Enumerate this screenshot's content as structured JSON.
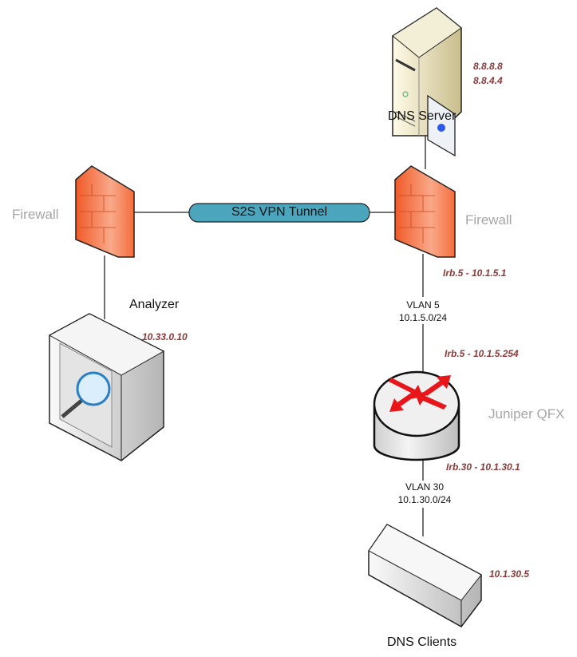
{
  "nodes": {
    "dns_server": {
      "label": "DNS Server",
      "ips": [
        "8.8.8.8",
        "8.8.4.4"
      ]
    },
    "firewall_left": {
      "label": "Firewall"
    },
    "firewall_right": {
      "label": "Firewall",
      "interface": "Irb.5 - 10.1.5.1"
    },
    "analyzer": {
      "label": "Analyzer",
      "ip": "10.33.0.10"
    },
    "juniper_qfx": {
      "label": "Juniper QFX",
      "interface_top": "Irb.5 - 10.1.5.254",
      "interface_bottom": "Irb.30 - 10.1.30.1"
    },
    "dns_clients": {
      "label": "DNS Clients",
      "ip": "10.1.30.5"
    }
  },
  "links": {
    "tunnel": {
      "label": "S2S VPN Tunnel",
      "color": "#4ba6bd"
    },
    "vlan5": {
      "name": "VLAN 5",
      "subnet": "10.1.5.0/24"
    },
    "vlan30": {
      "name": "VLAN 30",
      "subnet": "10.1.30.0/24"
    }
  },
  "colors": {
    "ip_text": "#8b3a3a",
    "firewall": "#f26b3a",
    "router_arrows": "#e8161b"
  }
}
